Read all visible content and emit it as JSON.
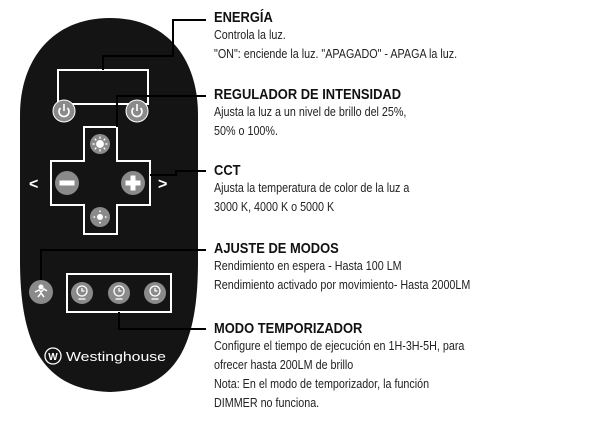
{
  "brand": {
    "name": "Westinghouse",
    "logo_glyph": "W"
  },
  "remote": {
    "buttons": [
      {
        "name": "power-on-button",
        "icon": "power-icon"
      },
      {
        "name": "power-off-button",
        "icon": "power-icon"
      },
      {
        "name": "dimmer-button",
        "icon": "sun-bright-icon"
      },
      {
        "name": "minus-button",
        "icon": "minus-icon"
      },
      {
        "name": "plus-button",
        "icon": "plus-icon"
      },
      {
        "name": "dim-button",
        "icon": "sun-dim-icon"
      },
      {
        "name": "mode-button",
        "icon": "motion-icon"
      },
      {
        "name": "timer-1h-button",
        "icon": "clock-icon"
      },
      {
        "name": "timer-3h-button",
        "icon": "clock-icon"
      },
      {
        "name": "timer-5h-button",
        "icon": "clock-icon"
      }
    ],
    "arrow_left": "<",
    "arrow_right": ">",
    "colors": {
      "body": "#141414",
      "button": "#8a8a8a",
      "outline": "#ffffff"
    }
  },
  "sections": [
    {
      "title": "ENERGÍA",
      "lines": [
        "Controla la luz.",
        "\"ON\": enciende la luz. \"APAGADO\" - APAGA la luz."
      ]
    },
    {
      "title": "REGULADOR DE INTENSIDAD",
      "lines": [
        "Ajusta la luz a un nivel de brillo del 25%,",
        "50% o 100%."
      ]
    },
    {
      "title": "CCT",
      "lines": [
        "Ajusta la temperatura de color de la luz a",
        "3000 K, 4000 K o 5000 K"
      ]
    },
    {
      "title": "AJUSTE DE MODOS",
      "lines": [
        "Rendimiento en espera - Hasta 100 LM",
        "Rendimiento activado por movimiento- Hasta 2000LM"
      ]
    },
    {
      "title": "MODO TEMPORIZADOR",
      "lines": [
        "Configure el tiempo de ejecución en 1H-3H-5H, para",
        "ofrecer hasta 200LM de brillo",
        "Nota: En el modo de temporizador, la función",
        "DIMMER no funciona."
      ]
    }
  ]
}
